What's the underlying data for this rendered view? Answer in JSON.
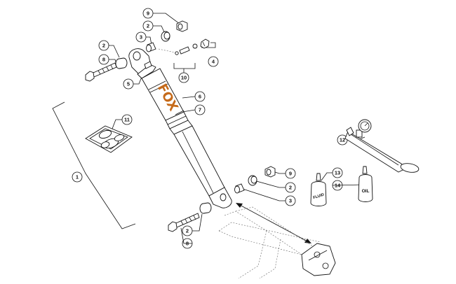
{
  "callouts": [
    {
      "id": "c9a",
      "text": "9"
    },
    {
      "id": "c2a",
      "text": "2"
    },
    {
      "id": "c3a",
      "text": "3"
    },
    {
      "id": "c2b",
      "text": "2"
    },
    {
      "id": "c8a",
      "text": "8"
    },
    {
      "id": "c4",
      "text": "4"
    },
    {
      "id": "c10",
      "text": "10"
    },
    {
      "id": "c5",
      "text": "5"
    },
    {
      "id": "c6",
      "text": "6"
    },
    {
      "id": "c7",
      "text": "7"
    },
    {
      "id": "c11",
      "text": "11"
    },
    {
      "id": "c1",
      "text": "1"
    },
    {
      "id": "c12",
      "text": "12"
    },
    {
      "id": "c13",
      "text": "13"
    },
    {
      "id": "c14",
      "text": "14"
    },
    {
      "id": "c9b",
      "text": "9"
    },
    {
      "id": "c2c",
      "text": "2"
    },
    {
      "id": "c3b",
      "text": "3"
    },
    {
      "id": "c2d",
      "text": "2"
    },
    {
      "id": "c8b",
      "text": "8"
    }
  ],
  "shock": {
    "brand": "FOX"
  },
  "bottles": {
    "fluid_label": "FLUID",
    "oil_label": "OIL"
  },
  "colors": {
    "brand_orange": "#c56a1a",
    "line": "#111111"
  }
}
